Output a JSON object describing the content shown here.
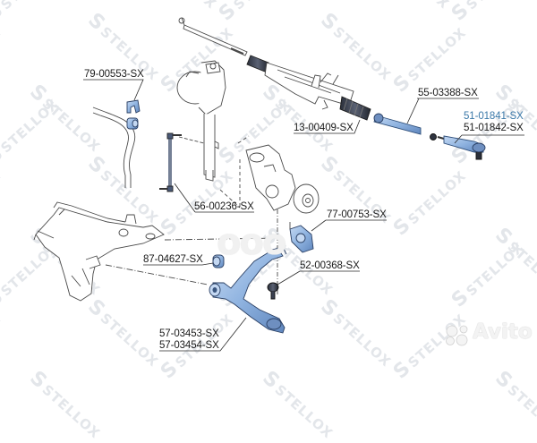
{
  "diagram": {
    "type": "exploded-parts-diagram",
    "subject": "front suspension and steering components",
    "brand_watermark": "STELLOX",
    "background": "#ffffff",
    "part_color": "#8fb3e0",
    "outline_color": "#3b3b3b",
    "callouts": [
      {
        "id": "c1",
        "label": "79-00553-SX",
        "part": "stabilizer bar bushing",
        "color": "#1a1a1a"
      },
      {
        "id": "c2",
        "label": "13-00409-SX",
        "part": "steering rack boot",
        "color": "#1a1a1a"
      },
      {
        "id": "c3",
        "label": "55-03388-SX",
        "part": "inner tie rod",
        "color": "#1a1a1a"
      },
      {
        "id": "c4a",
        "label": "51-01841-SX",
        "part": "tie rod end (left)",
        "color": "#3a78a8"
      },
      {
        "id": "c4b",
        "label": "51-01842-SX",
        "part": "tie rod end (right)",
        "color": "#1a1a1a"
      },
      {
        "id": "c5",
        "label": "56-00236-SX",
        "part": "stabilizer link",
        "color": "#1a1a1a"
      },
      {
        "id": "c6",
        "label": "77-00753-SX",
        "part": "control arm rear bushing",
        "color": "#1a1a1a"
      },
      {
        "id": "c7",
        "label": "87-04627-SX",
        "part": "control arm front bushing",
        "color": "#1a1a1a"
      },
      {
        "id": "c8",
        "label": "52-00368-SX",
        "part": "ball joint",
        "color": "#1a1a1a"
      },
      {
        "id": "c9a",
        "label": "57-03453-SX",
        "part": "lower control arm (left)",
        "color": "#1a1a1a"
      },
      {
        "id": "c9b",
        "label": "57-03454-SX",
        "part": "lower control arm (right)",
        "color": "#1a1a1a"
      }
    ]
  },
  "watermarks": {
    "avito": "Avito",
    "obscured": "ooo"
  }
}
